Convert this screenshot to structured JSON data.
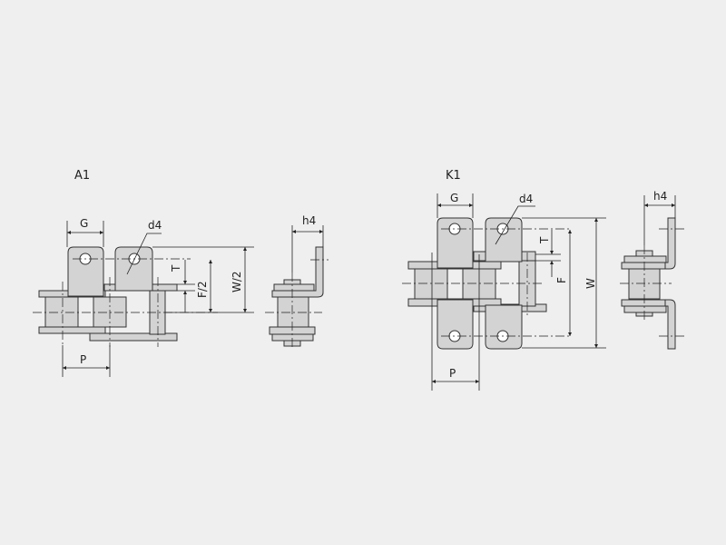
{
  "figures": [
    {
      "title": "A1",
      "dimensions": {
        "pitch": "P",
        "tab_width": "G",
        "hole_diameter": "d4",
        "thickness": "T",
        "hole_span": "F/2",
        "width": "W/2",
        "height": "h4"
      }
    },
    {
      "title": "K1",
      "dimensions": {
        "pitch": "P",
        "tab_width": "G",
        "hole_diameter": "d4",
        "thickness": "T",
        "hole_span": "F",
        "width": "W",
        "height": "h4"
      }
    }
  ],
  "colors": {
    "background": "#efefef",
    "part_fill": "#d3d3d3",
    "line": "#333333"
  }
}
